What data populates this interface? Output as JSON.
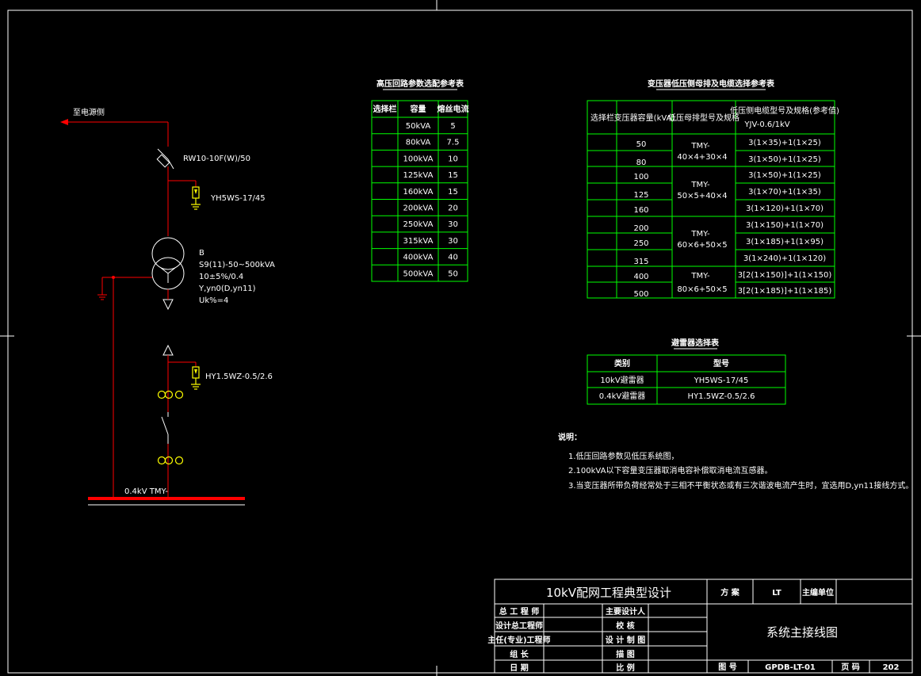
{
  "schematic": {
    "source_label": "至电源侧",
    "fuse_label": "RW10-10F(W)/50",
    "hv_arrester_label": "YH5WS-17/45",
    "transformer": {
      "name": "B",
      "model": "S9(11)-50~500kVA",
      "ratio": "10±5%/0.4",
      "vector": "Y,yn0(D,yn11)",
      "uk": "Uk%=4"
    },
    "lv_arrester_label": "HY1.5WZ-0.5/2.6",
    "busbar_label": "0.4kV  TMY-"
  },
  "hv_table": {
    "title": "高压回路参数选配参考表",
    "headers": [
      "选择栏",
      "容量",
      "熔丝电流"
    ],
    "rows": [
      [
        "",
        "50kVA",
        "5"
      ],
      [
        "",
        "80kVA",
        "7.5"
      ],
      [
        "",
        "100kVA",
        "10"
      ],
      [
        "",
        "125kVA",
        "15"
      ],
      [
        "",
        "160kVA",
        "15"
      ],
      [
        "",
        "200kVA",
        "20"
      ],
      [
        "",
        "250kVA",
        "30"
      ],
      [
        "",
        "315kVA",
        "30"
      ],
      [
        "",
        "400kVA",
        "40"
      ],
      [
        "",
        "500kVA",
        "50"
      ]
    ]
  },
  "lv_table": {
    "title": "变压器低压侧母排及电缆选择参考表",
    "headers": [
      "选择栏",
      "变压器容量(kVA)",
      "低压母排型号及规格",
      "低压侧电缆型号及规格(参考值)"
    ],
    "header_sub": "YJV-0.6/1kV",
    "capacities": [
      "50",
      "80",
      "100",
      "125",
      "160",
      "200",
      "250",
      "315",
      "400",
      "500"
    ],
    "busbars": [
      "TMY-",
      "40×4+30×4",
      "TMY-",
      "50×5+40×4",
      "TMY-",
      "60×6+50×5",
      "TMY-",
      "80×6+50×5"
    ],
    "cables": [
      "3(1×35)+1(1×25)",
      "3(1×50)+1(1×25)",
      "3(1×50)+1(1×25)",
      "3(1×70)+1(1×35)",
      "3(1×120)+1(1×70)",
      "3(1×150)+1(1×70)",
      "3(1×185)+1(1×95)",
      "3(1×240)+1(1×120)",
      "3[2(1×150)]+1(1×150)",
      "3[2(1×185)]+1(1×185)"
    ]
  },
  "arrester_table": {
    "title": "避雷器选择表",
    "headers": [
      "类别",
      "型号"
    ],
    "rows": [
      [
        "10kV避雷器",
        "YH5WS-17/45"
      ],
      [
        "0.4kV避雷器",
        "HY1.5WZ-0.5/2.6"
      ]
    ]
  },
  "notes": {
    "heading": "说明：",
    "items": [
      "1.低压回路参数见低压系统图，",
      "2.100kVA以下容量变压器取消电容补偿取消电流互感器。",
      "3.当变压器所带负荷经常处于三相不平衡状态或有三次谐波电流产生时，宜选用D,yn11接线方式。"
    ]
  },
  "title_block": {
    "project": "10kV配网工程典型设计",
    "scheme_label": "方  案",
    "scheme_value": "LT",
    "unit_label": "主编单位",
    "roles_left": [
      "总 工 程 师",
      "设计总工程师",
      "主任(专业)工程师",
      "组      长",
      "日      期"
    ],
    "roles_right": [
      "主要设计人",
      "校      核",
      "设 计 制 图",
      "描      图",
      "比      例"
    ],
    "drawing_title": "系统主接线图",
    "drawing_no_label": "图      号",
    "drawing_no": "GPDB-LT-01",
    "page_label": "页  码",
    "page_value": "202"
  }
}
